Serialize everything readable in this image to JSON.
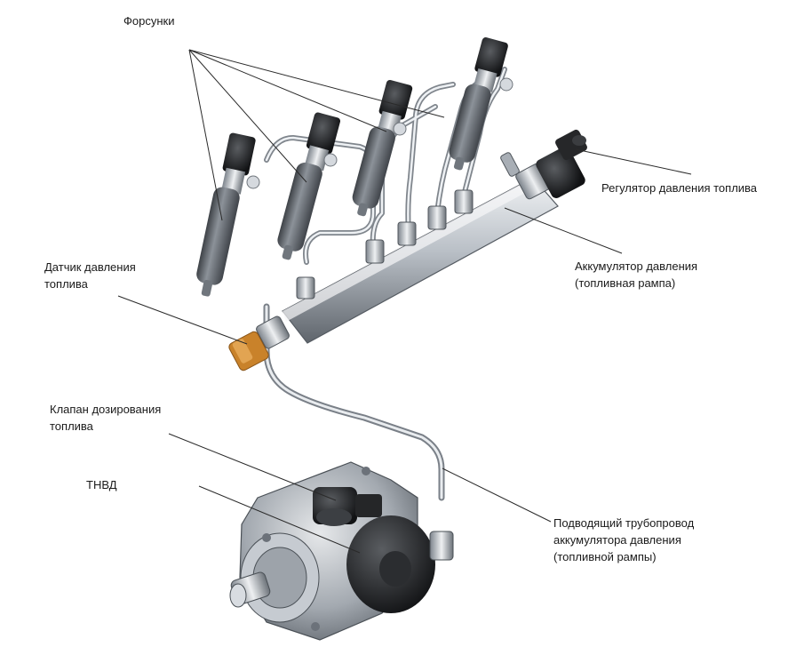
{
  "labels": {
    "injectors": "Форсунки",
    "pressure_regulator": "Регулятор давления топлива",
    "pressure_sensor": [
      "Датчик давления",
      "топлива"
    ],
    "accumulator": [
      "Аккумулятор давления",
      "(топливная рампа)"
    ],
    "metering_valve": [
      "Клапан дозирования",
      "топлива"
    ],
    "hp_pump": "ТНВД",
    "supply_line": [
      "Подводящий трубопровод",
      "аккумулятора давления",
      "(топливной рампы)"
    ]
  },
  "colors": {
    "text": "#1a1a1a",
    "leader": "#2a2a2a",
    "metal_light": "#d9dde2",
    "metal_mid": "#9aa1a9",
    "metal_dark": "#4b5056",
    "injector_body": "#5d6268",
    "connector_black": "#1c1d1f",
    "sensor_amber": "#d08a2c"
  }
}
